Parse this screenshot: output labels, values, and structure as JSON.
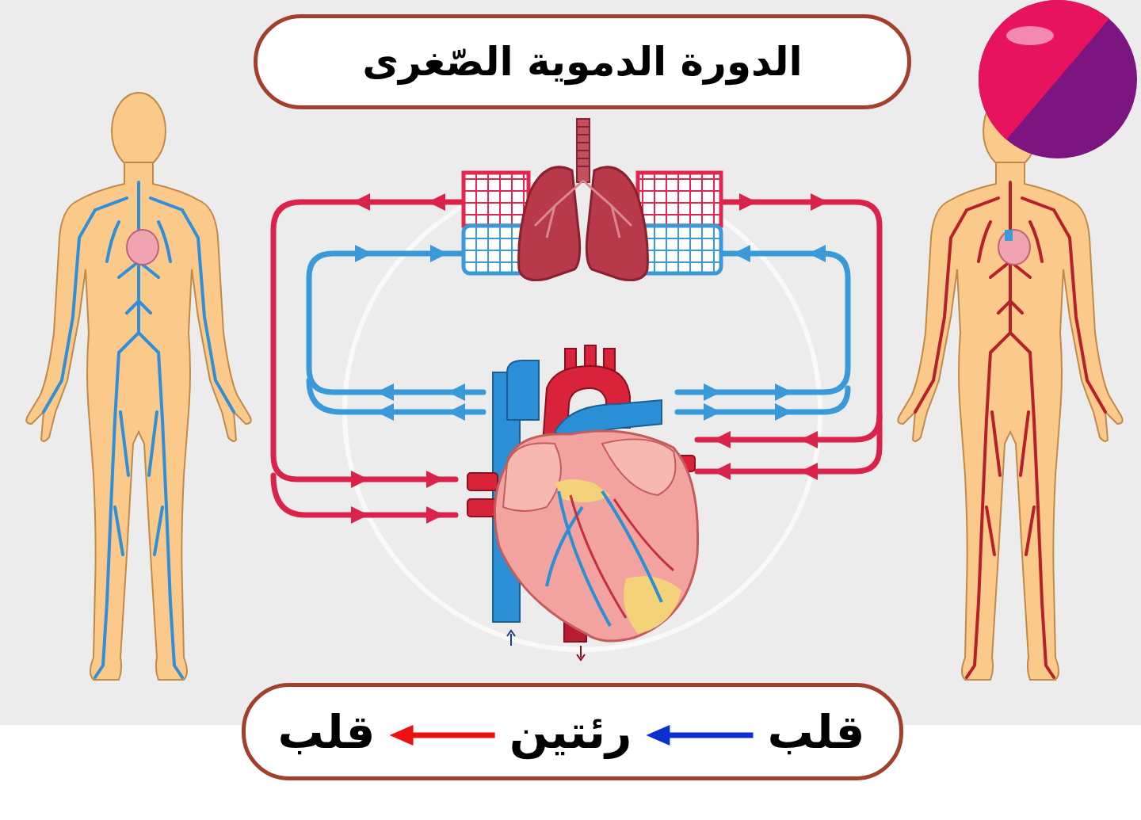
{
  "diagram": {
    "title": "الدورة الدموية الصّغرى",
    "nodes": [
      {
        "text": [
          "قلب"
        ]
      },
      {
        "text": [
          "رئتين"
        ]
      },
      {
        "text": [
          "قلب"
        ]
      }
    ],
    "edges": [
      {
        "from": 0,
        "to": 1,
        "arrow": "to"
      },
      {
        "from": 1,
        "to": 2,
        "arrow": "to"
      }
    ]
  }
}
